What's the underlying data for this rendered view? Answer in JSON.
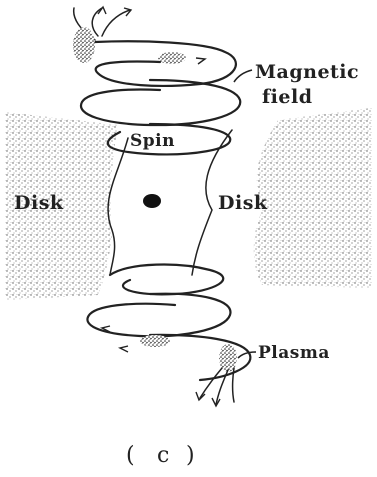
{
  "labels": {
    "magnetic": "Magnetic",
    "field": "field",
    "spin": "Spin",
    "disk_left": "Disk",
    "disk_right": "Disk",
    "plasma": "Plasma"
  },
  "caption": {
    "open": "(",
    "letter": "c",
    "close": ")"
  }
}
